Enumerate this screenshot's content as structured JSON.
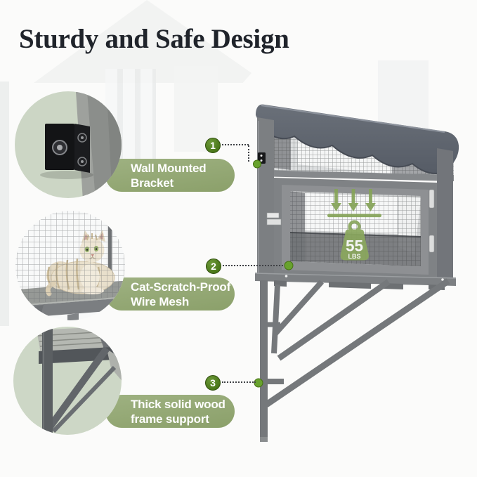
{
  "page": {
    "title": "Sturdy and Safe Design"
  },
  "callouts": [
    {
      "number": "1",
      "lines": [
        "Wall Mounted",
        "Bracket"
      ]
    },
    {
      "number": "2",
      "lines": [
        "Cat-Scratch-Proof",
        "Wire Mesh"
      ]
    },
    {
      "number": "3",
      "lines": [
        "Thick solid wood",
        "frame support"
      ]
    }
  ],
  "weight_badge": {
    "value": "55",
    "unit": "LBS"
  },
  "icons": {
    "weight": "kettlebell-weight-icon",
    "load": "downward-force-arrows-icon",
    "callout_dot": "target-dot-icon"
  },
  "colors": {
    "callout_badge_green": "#4f7c1f",
    "callout_dot_green": "#67a12c",
    "label_pill_green": "#93a877",
    "badge_olive_green": "#8aa75e",
    "roof_slate": "#5d6370",
    "frame_gray": "#7e8184",
    "title_text": "#20242b"
  }
}
